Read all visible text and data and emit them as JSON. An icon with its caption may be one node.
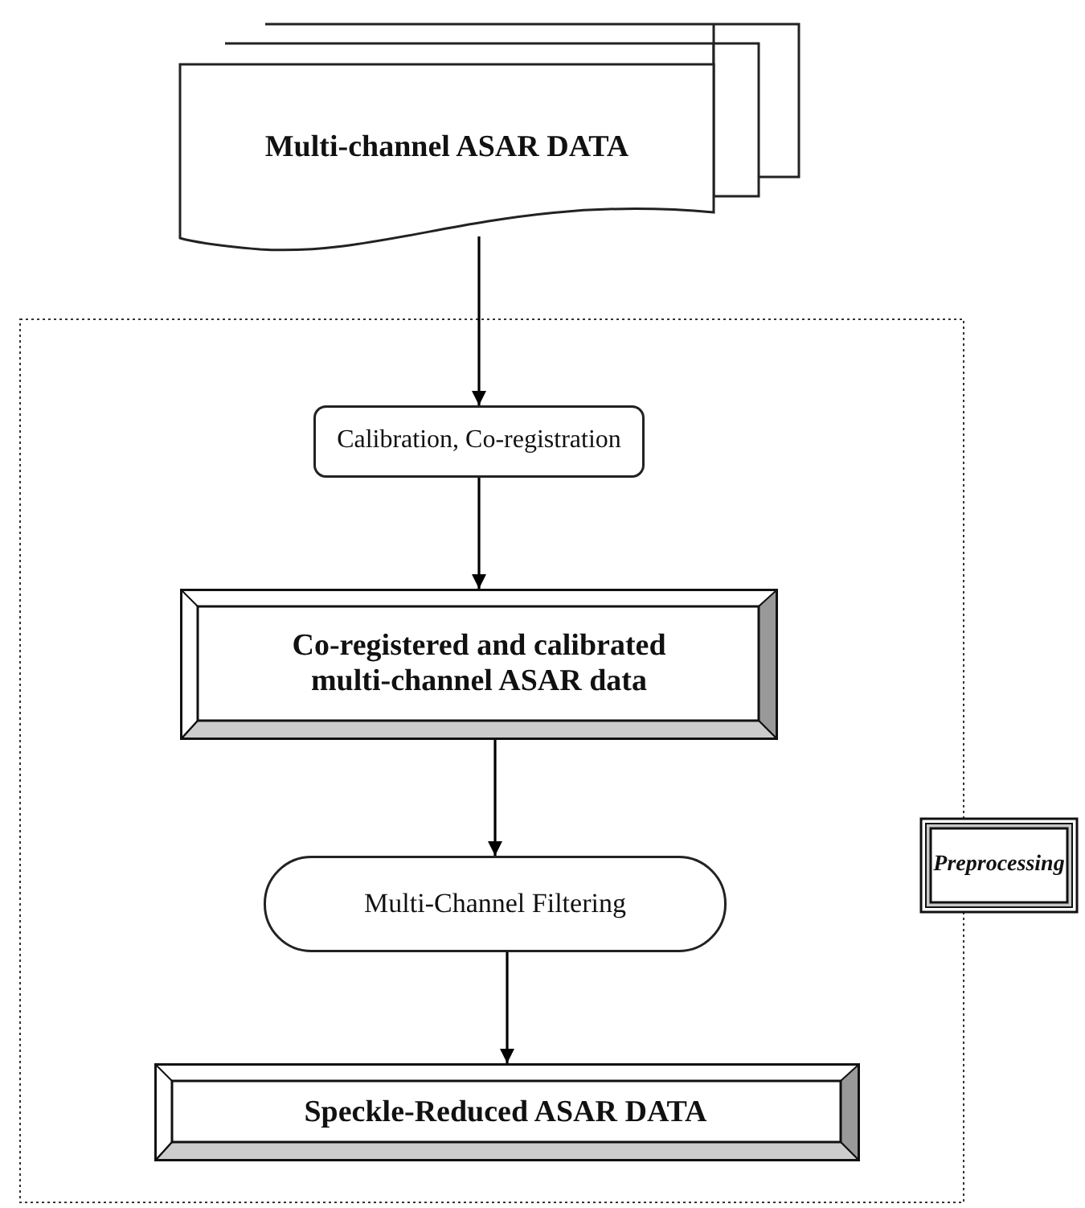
{
  "diagram": {
    "nodes": [
      {
        "text": [
          "Multi-channel ASAR DATA"
        ]
      },
      {
        "text": [],
        "shape": "box"
      },
      {
        "text": [
          "Calibration, Co-registration"
        ],
        "in": 1
      },
      {
        "text": [
          "Co-registered and calibrated multi-channel ASAR data"
        ],
        "in": 1
      },
      {
        "text": [
          "Multi-Channel Filtering"
        ],
        "in": 1
      },
      {
        "text": [
          "Speckle-Reduced ASAR DATA"
        ],
        "in": 1
      },
      {
        "text": [
          "Preprocessing"
        ]
      }
    ],
    "edges": [
      {
        "from": 0,
        "to": 2,
        "arrow": "to"
      },
      {
        "from": 2,
        "to": 3,
        "arrow": "to"
      },
      {
        "from": 3,
        "to": 4,
        "arrow": "to"
      },
      {
        "from": 4,
        "to": 5,
        "arrow": "to"
      }
    ]
  }
}
